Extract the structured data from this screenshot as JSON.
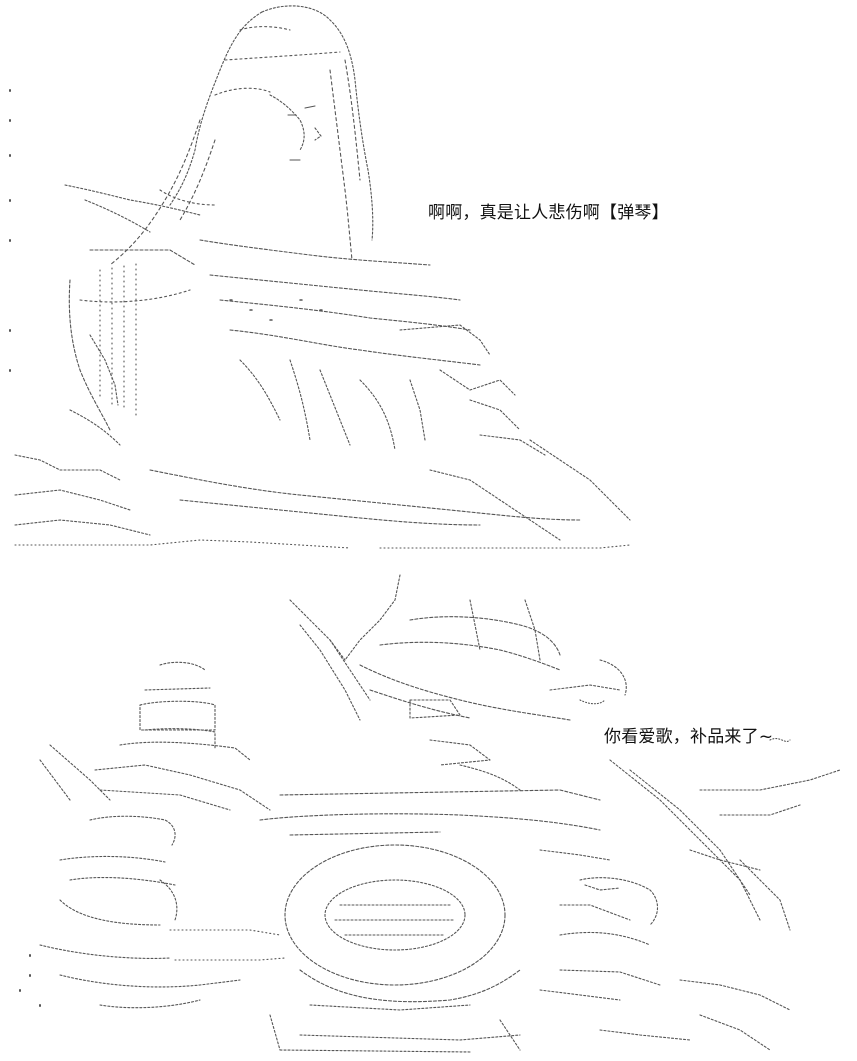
{
  "panels": [
    {
      "id": "panel-top",
      "caption": "啊啊，真是让人悲伤啊【弹琴】",
      "depiction": "ascii-art-woman-playing-harp"
    },
    {
      "id": "panel-bottom",
      "caption": "你看爱歌，补品来了~",
      "depiction": "ascii-art-pile-of-food-and-bottles"
    }
  ],
  "colors": {
    "background": "#ffffff",
    "art_stroke": "#555555",
    "caption_text": "#111111"
  }
}
